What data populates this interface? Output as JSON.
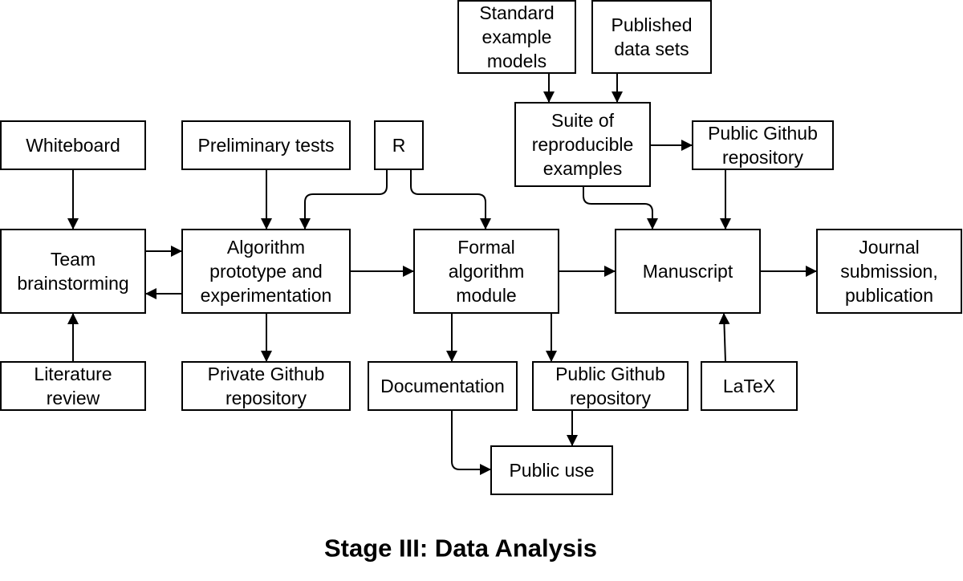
{
  "title": "Stage III: Data Analysis",
  "nodes": {
    "whiteboard": {
      "lines": [
        "Whiteboard"
      ]
    },
    "preliminary_tests": {
      "lines": [
        "Preliminary tests"
      ]
    },
    "r": {
      "lines": [
        "R"
      ]
    },
    "standard_example_models": {
      "lines": [
        "Standard",
        "example",
        "models"
      ]
    },
    "published_data_sets": {
      "lines": [
        "Published",
        "data sets"
      ]
    },
    "suite_reproducible_examples": {
      "lines": [
        "Suite of",
        "reproducible",
        "examples"
      ]
    },
    "public_github_repo_top": {
      "lines": [
        "Public Github",
        "repository"
      ]
    },
    "team_brainstorming": {
      "lines": [
        "Team",
        "brainstorming"
      ]
    },
    "algorithm_prototype": {
      "lines": [
        "Algorithm",
        "prototype and",
        "experimentation"
      ]
    },
    "formal_algorithm_module": {
      "lines": [
        "Formal",
        "algorithm",
        "module"
      ]
    },
    "manuscript": {
      "lines": [
        "Manuscript"
      ]
    },
    "journal_submission": {
      "lines": [
        "Journal",
        "submission,",
        "publication"
      ]
    },
    "literature_review": {
      "lines": [
        "Literature",
        "review"
      ]
    },
    "private_github_repo": {
      "lines": [
        "Private Github",
        "repository"
      ]
    },
    "documentation": {
      "lines": [
        "Documentation"
      ]
    },
    "public_github_repo_bottom": {
      "lines": [
        "Public Github",
        "repository"
      ]
    },
    "latex": {
      "lines": [
        "LaTeX"
      ]
    },
    "public_use": {
      "lines": [
        "Public use"
      ]
    }
  },
  "edges": [
    {
      "from": "whiteboard",
      "to": "team_brainstorming"
    },
    {
      "from": "literature_review",
      "to": "team_brainstorming"
    },
    {
      "from": "team_brainstorming",
      "to": "algorithm_prototype"
    },
    {
      "from": "algorithm_prototype",
      "to": "team_brainstorming"
    },
    {
      "from": "preliminary_tests",
      "to": "algorithm_prototype"
    },
    {
      "from": "r",
      "to": "algorithm_prototype"
    },
    {
      "from": "r",
      "to": "formal_algorithm_module"
    },
    {
      "from": "algorithm_prototype",
      "to": "private_github_repo"
    },
    {
      "from": "algorithm_prototype",
      "to": "formal_algorithm_module"
    },
    {
      "from": "formal_algorithm_module",
      "to": "documentation"
    },
    {
      "from": "formal_algorithm_module",
      "to": "public_github_repo_bottom"
    },
    {
      "from": "formal_algorithm_module",
      "to": "manuscript"
    },
    {
      "from": "documentation",
      "to": "public_use"
    },
    {
      "from": "public_github_repo_bottom",
      "to": "public_use"
    },
    {
      "from": "standard_example_models",
      "to": "suite_reproducible_examples"
    },
    {
      "from": "published_data_sets",
      "to": "suite_reproducible_examples"
    },
    {
      "from": "suite_reproducible_examples",
      "to": "public_github_repo_top"
    },
    {
      "from": "suite_reproducible_examples",
      "to": "manuscript"
    },
    {
      "from": "public_github_repo_top",
      "to": "manuscript"
    },
    {
      "from": "latex",
      "to": "manuscript"
    },
    {
      "from": "manuscript",
      "to": "journal_submission"
    }
  ]
}
